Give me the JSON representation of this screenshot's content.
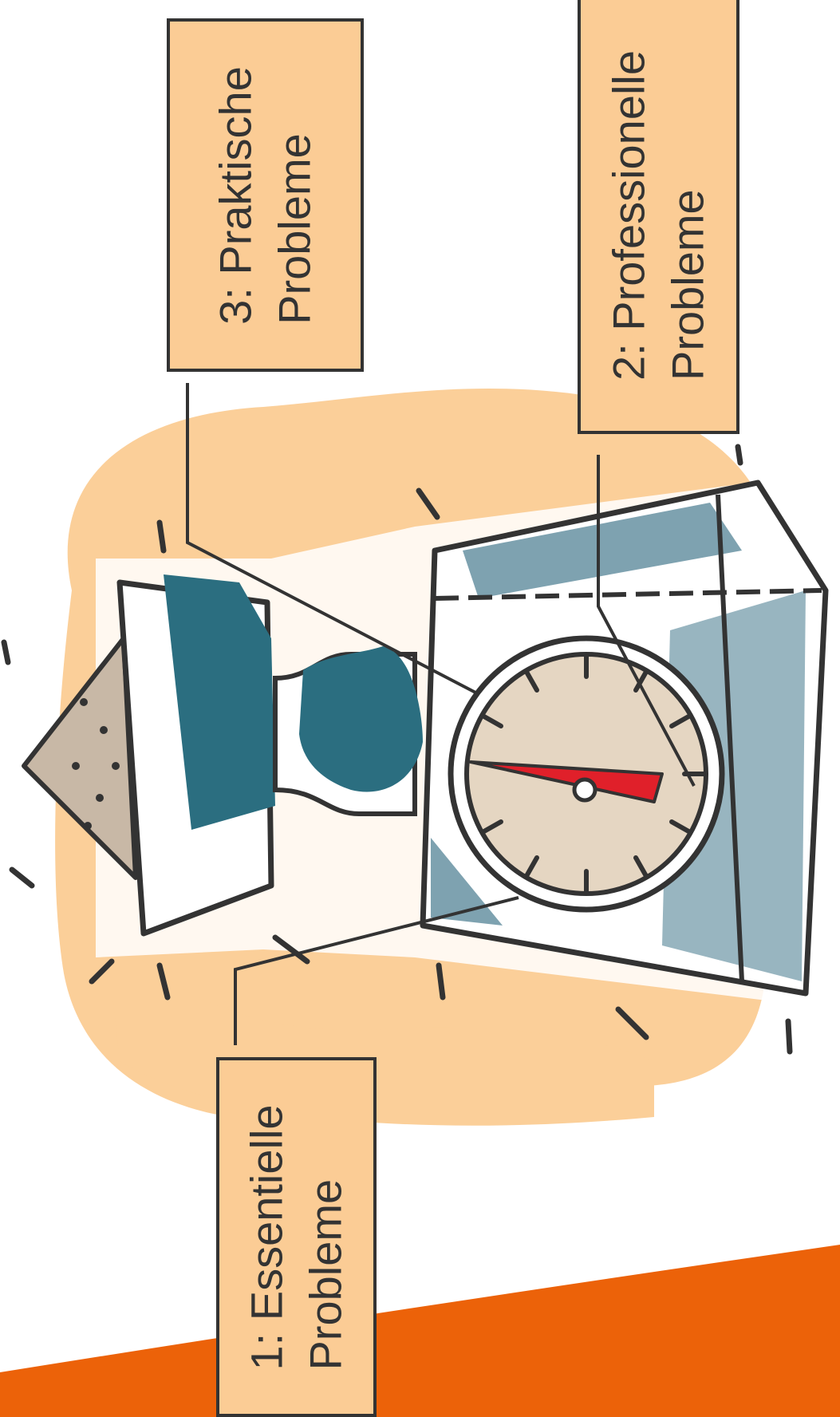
{
  "labels": {
    "essential": {
      "line1": "1: Essentielle",
      "line2": "Probleme"
    },
    "professional": {
      "line1": "2: Professionelle",
      "line2": "Probleme"
    },
    "practical": {
      "line1": "3: Praktische",
      "line2": "Probleme"
    }
  },
  "colors": {
    "label_fill": "#fbcc95",
    "blob": "#fbcf99",
    "accent_orange": "#ec6209",
    "teal_dark": "#2b6e80",
    "teal_light": "#7ea2b0",
    "needle": "#e0202a",
    "dial_face": "#e5d6c2",
    "line": "#333333"
  },
  "icons": [
    "iron-icon",
    "weighing-scale-icon",
    "dial-needle-icon"
  ]
}
